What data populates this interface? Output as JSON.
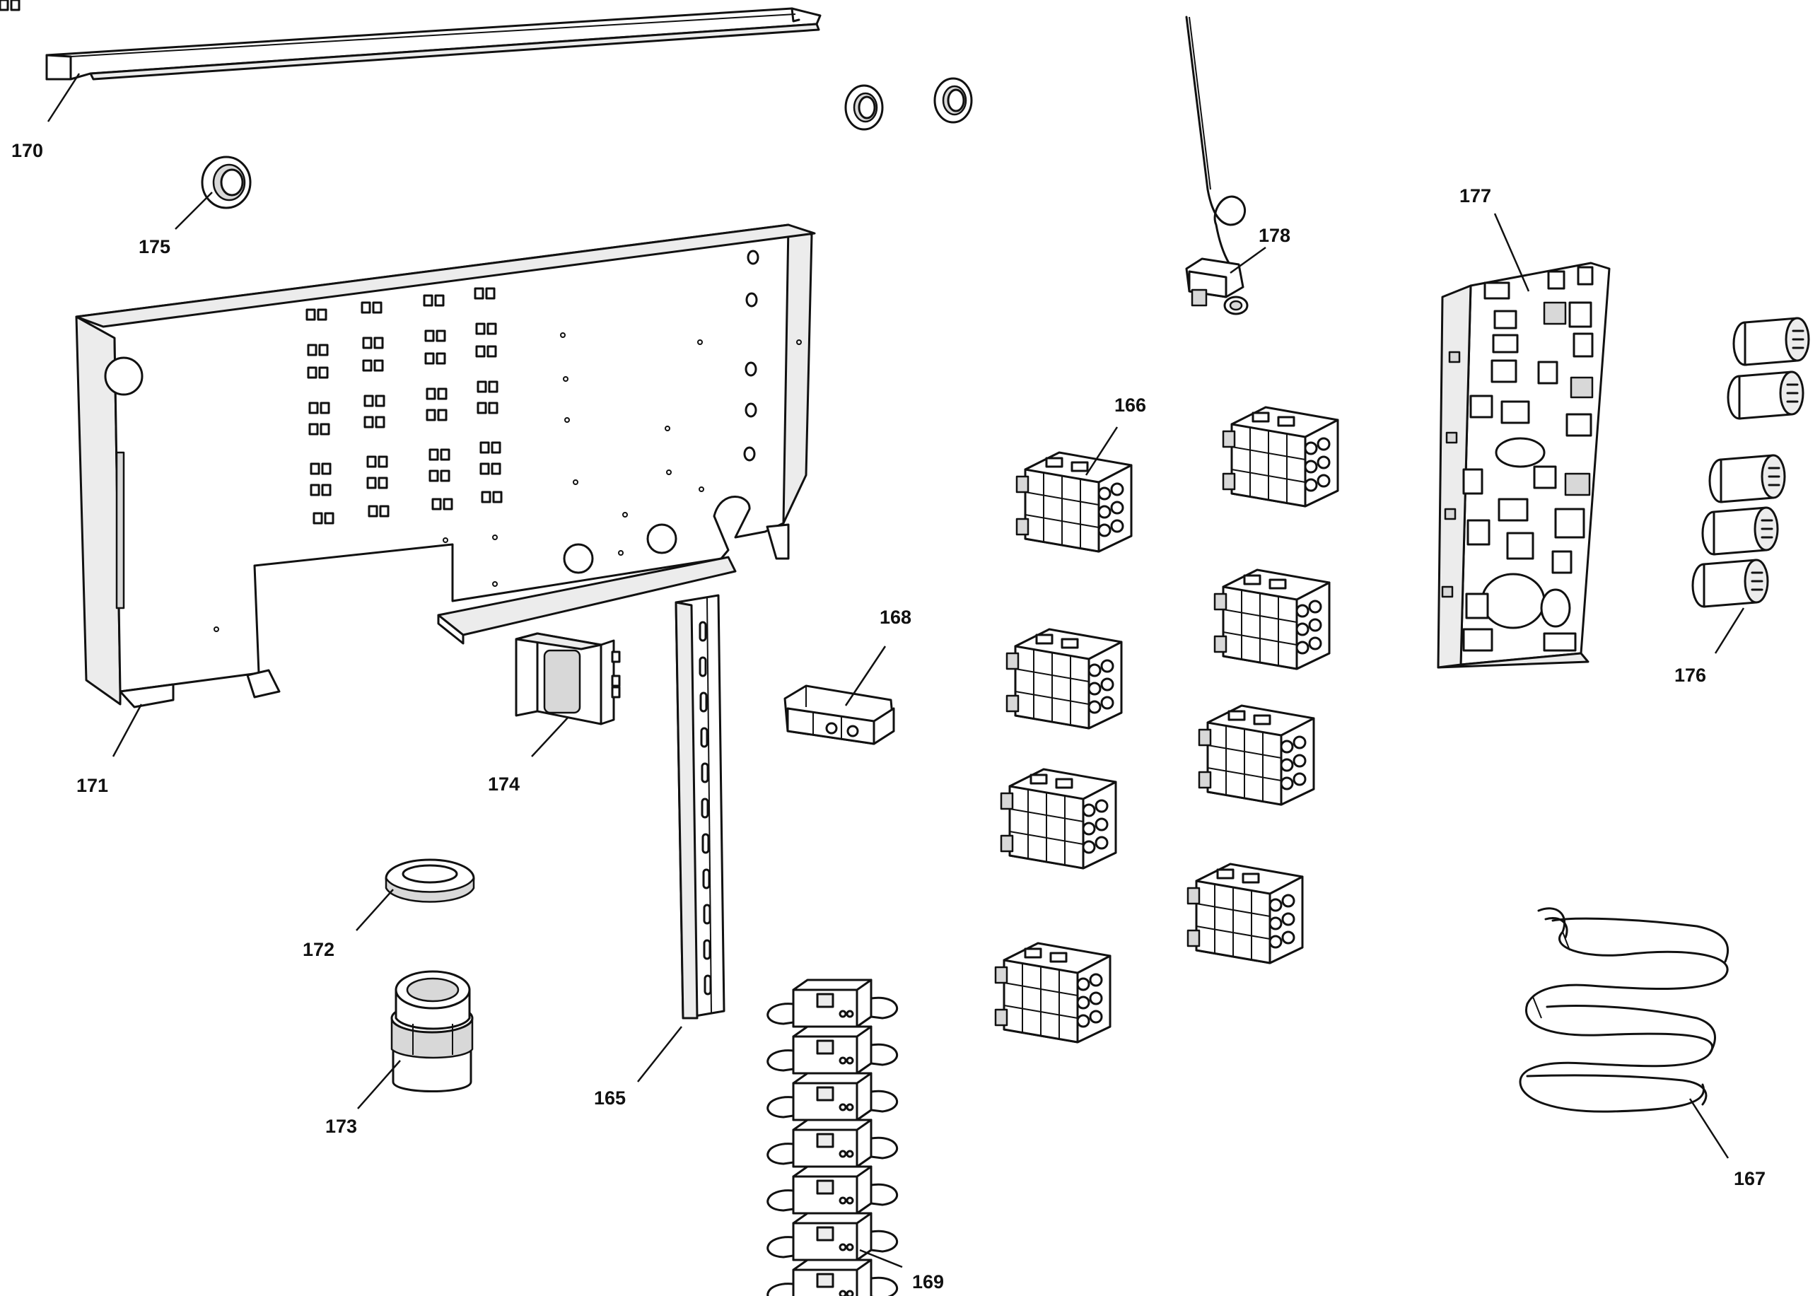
{
  "diagram": {
    "parts": [
      {
        "id": "p170",
        "label": "170"
      },
      {
        "id": "p175",
        "label": "175"
      },
      {
        "id": "p171",
        "label": "171"
      },
      {
        "id": "p174",
        "label": "174"
      },
      {
        "id": "p172",
        "label": "172"
      },
      {
        "id": "p173",
        "label": "173"
      },
      {
        "id": "p165",
        "label": "165"
      },
      {
        "id": "p169",
        "label": "169"
      },
      {
        "id": "p168",
        "label": "168"
      },
      {
        "id": "p166",
        "label": "166"
      },
      {
        "id": "p178",
        "label": "178"
      },
      {
        "id": "p177",
        "label": "177"
      },
      {
        "id": "p176",
        "label": "176"
      },
      {
        "id": "p167",
        "label": "167"
      }
    ]
  }
}
